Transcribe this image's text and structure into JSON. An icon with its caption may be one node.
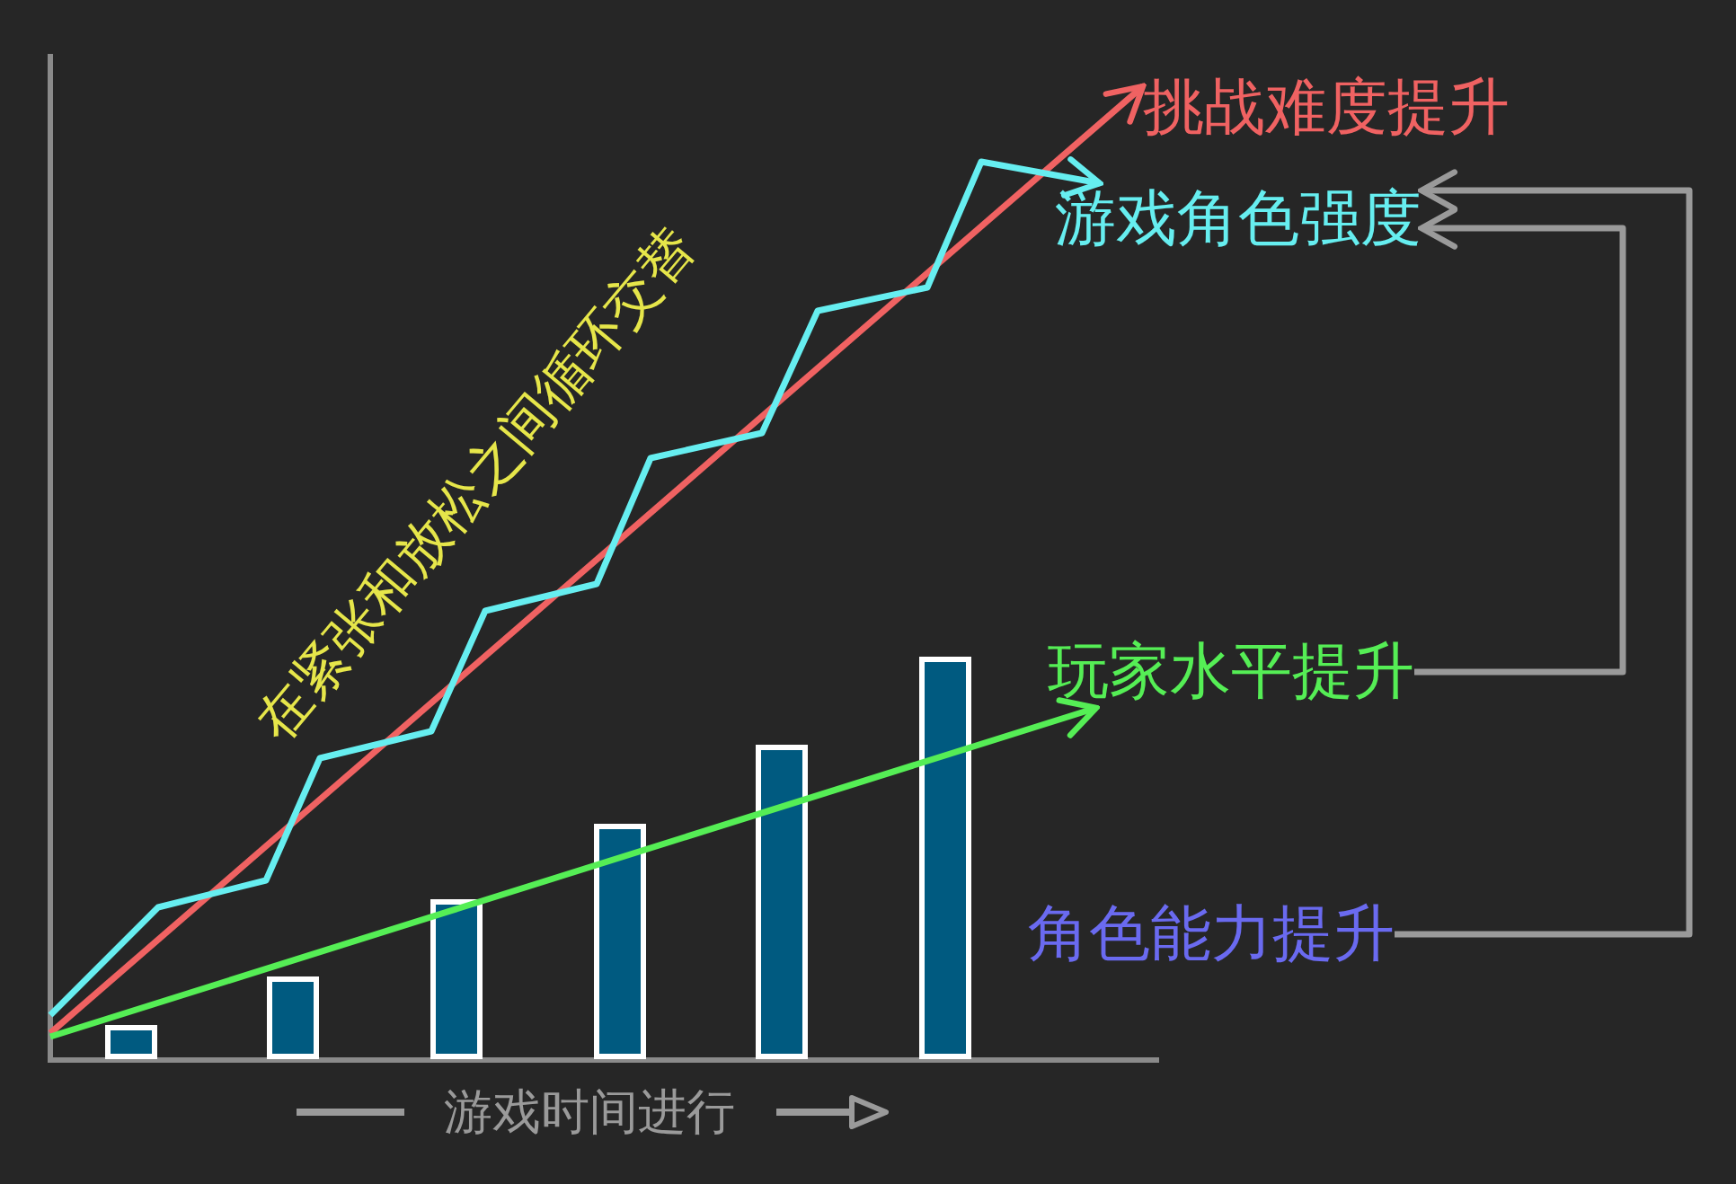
{
  "diagram": {
    "nodes": [
      {
        "text": [
          "挑战难度提升"
        ]
      },
      {
        "text": [
          "游戏角色强度"
        ]
      },
      {
        "text": [
          "玩家水平提升"
        ]
      },
      {
        "text": [
          "角色能力提升"
        ]
      }
    ],
    "edges": [
      {
        "from": null,
        "to": 0,
        "arrow": "to",
        "color": "#f06262"
      },
      {
        "from": null,
        "to": 1,
        "arrow": "to",
        "color": "#66eef0"
      },
      {
        "from": null,
        "to": 2,
        "arrow": "to",
        "color": "#55ee55"
      },
      {
        "from": 2,
        "to": 1,
        "arrow": "to",
        "color": "#9a9a9a"
      },
      {
        "from": 3,
        "to": 1,
        "arrow": "to",
        "color": "#9a9a9a"
      }
    ],
    "labels": [
      "在紧张和放松之间循环交替",
      "游戏时间进行"
    ]
  }
}
